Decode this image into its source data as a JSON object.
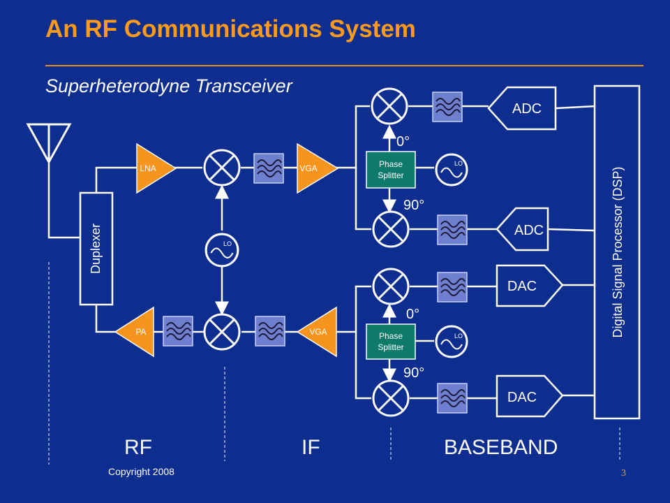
{
  "slide": {
    "title": "An RF Communications System",
    "subtitle": "Superheterodyne Transceiver",
    "copyright": "Copyright 2008",
    "page_number": "3"
  },
  "colors": {
    "background": "#0d2d8f",
    "title": "#ff9a1a",
    "amplifier": "#f7941d",
    "phase_splitter": "#0e7a6a",
    "filter": "#6e7fd0",
    "line": "#ffffff"
  },
  "blocks": {
    "duplexer": "Duplexer",
    "lna": "LNA",
    "pa": "PA",
    "vga_rx": "VGA",
    "vga_tx": "VGA",
    "lo": "LO",
    "phase_splitter": "Phase Splitter",
    "adc": "ADC",
    "dac": "DAC",
    "dsp": "Digital Signal Processor (DSP)"
  },
  "phase_labels": {
    "rx_zero": "0°",
    "rx_ninety": "90°",
    "tx_zero": "0°",
    "tx_ninety": "90°"
  },
  "sections": {
    "rf": "RF",
    "if": "IF",
    "baseband": "BASEBAND"
  },
  "icons": {
    "antenna": "antenna-icon",
    "mixer": "mixer-icon",
    "filter": "bandpass-filter-icon",
    "oscillator": "sine-wave-icon"
  }
}
